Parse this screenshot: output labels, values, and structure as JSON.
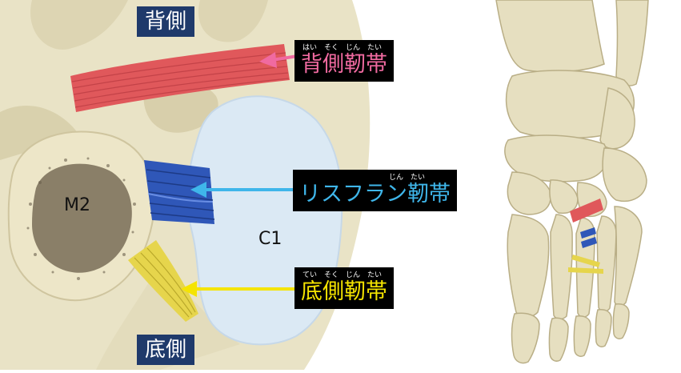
{
  "orientation": {
    "dorsal": "背側",
    "plantar": "底側"
  },
  "bones": {
    "metatarsal_2": "M2",
    "cuneiform_1": "C1"
  },
  "labels": {
    "dorsal_ligament": {
      "ruby": [
        "はい",
        "そく",
        "じん",
        "たい"
      ],
      "text": "背側靭帯",
      "color": "#f06aa0"
    },
    "lisfranc_ligament": {
      "ruby": [
        "じん",
        "たい"
      ],
      "prefix": "リスフラン",
      "text": "靭帯",
      "color": "#3fb6ea"
    },
    "plantar_ligament": {
      "ruby": [
        "てい",
        "そく",
        "じん",
        "たい"
      ],
      "text": "底側靭帯",
      "color": "#f5e400"
    }
  },
  "colors": {
    "orientation_tag_bg": "#1f3a6b",
    "bone": "#e8e2c4",
    "cartilage": "#dbeaf4",
    "dorsal_ligament": "#e0585b",
    "lisfranc_ligament": "#2f57b8",
    "plantar_ligament": "#e6d54c"
  }
}
